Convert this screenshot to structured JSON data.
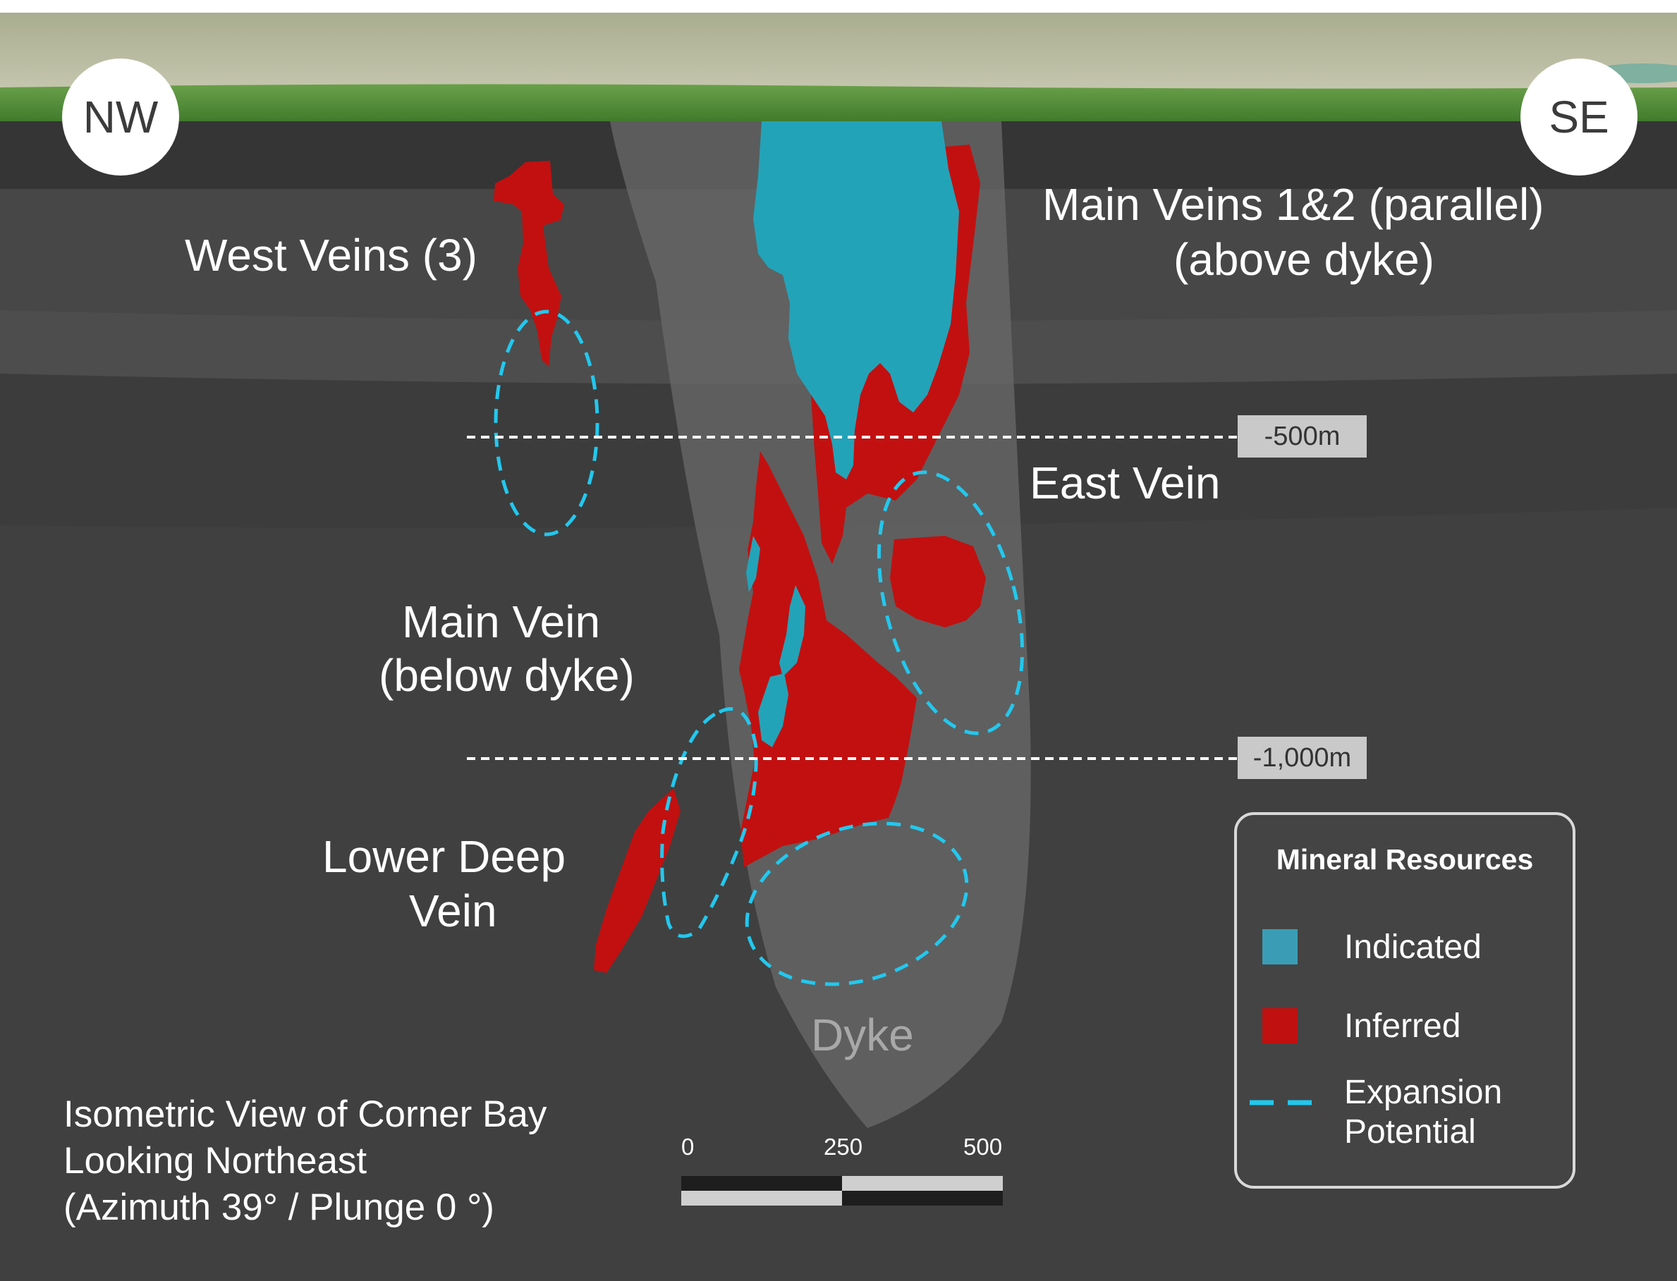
{
  "compass": {
    "left": "NW",
    "right": "SE"
  },
  "labels": {
    "west_veins": "West Veins (3)",
    "main_veins_line1": "Main Veins 1&2 (parallel)",
    "main_veins_line2": "(above dyke)",
    "east_vein": "East Vein",
    "main_vein_line1": "Main Vein",
    "main_vein_line2": "(below dyke)",
    "lower_deep_line1": "Lower Deep",
    "lower_deep_line2": "Vein",
    "dyke": "Dyke"
  },
  "depth_markers": [
    "-500m",
    "-1,000m"
  ],
  "legend": {
    "title": "Mineral Resources",
    "items": [
      {
        "label": "Indicated",
        "color": "#3a9db5",
        "kind": "swatch"
      },
      {
        "label": "Inferred",
        "color": "#c01010",
        "kind": "swatch"
      },
      {
        "label_line1": "Expansion",
        "label_line2": "Potential",
        "color": "#22c8ee",
        "kind": "dash"
      }
    ]
  },
  "caption": {
    "line1": "Isometric View of Corner Bay",
    "line2": "Looking Northeast",
    "line3": "(Azimuth 39° / Plunge 0 °)"
  },
  "scale_bar": {
    "ticks": [
      "0",
      "250",
      "500"
    ]
  },
  "colors": {
    "indicated": "#23a3b8",
    "inferred": "#c21010",
    "expansion": "#22c8ee",
    "ground": "#3d3d3d",
    "dyke": "#6b6b6b",
    "sky": "#b6b89a",
    "grass": "#4f8a35"
  }
}
